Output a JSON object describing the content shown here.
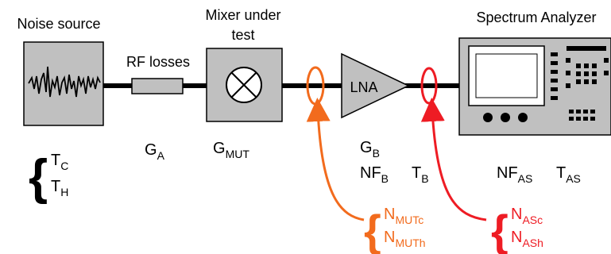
{
  "blocks": {
    "noise_source": "Noise source",
    "rf_losses": "RF losses",
    "mixer_line1": "Mixer under",
    "mixer_line2": "test",
    "lna": "LNA",
    "analyzer": "Spectrum Analyzer"
  },
  "params": {
    "g_a": {
      "main": "G",
      "sub": "A"
    },
    "g_mut": {
      "main": "G",
      "sub": "MUT"
    },
    "g_b": {
      "main": "G",
      "sub": "B"
    },
    "nf_b": {
      "main": "NF",
      "sub": "B"
    },
    "t_b": {
      "main": "T",
      "sub": "B"
    },
    "nf_as": {
      "main": "NF",
      "sub": "AS"
    },
    "t_as": {
      "main": "T",
      "sub": "AS"
    },
    "t_c": {
      "main": "T",
      "sub": "C"
    },
    "t_h": {
      "main": "T",
      "sub": "H"
    },
    "n_mutc": {
      "main": "N",
      "sub": "MUTc"
    },
    "n_muth": {
      "main": "N",
      "sub": "MUTh"
    },
    "n_asc": {
      "main": "N",
      "sub": "ASc"
    },
    "n_ash": {
      "main": "N",
      "sub": "ASh"
    }
  },
  "colors": {
    "orange": "#f26b1d",
    "red": "#ee1c24",
    "box_fill": "#c0c0c0",
    "line": "#000000"
  }
}
